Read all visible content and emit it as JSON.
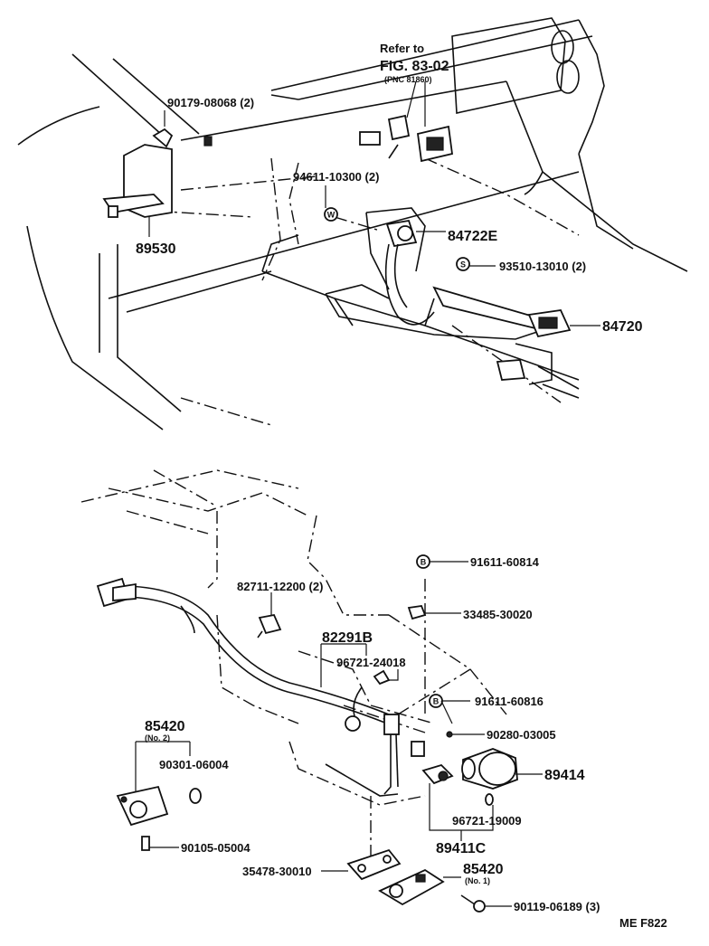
{
  "reference": {
    "line1": "Refer to",
    "line2": "FIG. 83-02",
    "line3": "(PNC 81860)"
  },
  "upper_parts": {
    "p90179": "90179-08068 (2)",
    "p94611": "94611-10300 (2)",
    "p89530": "89530",
    "p84722E": "84722E",
    "p93510": "93510-13010 (2)",
    "p84720": "84720"
  },
  "lower_parts": {
    "p82711": "82711-12200 (2)",
    "p91611a": "91611-60814",
    "p33485": "33485-30020",
    "p82291B": "82291B",
    "p96721a": "96721-24018",
    "p91611b": "91611-60816",
    "p90280": "90280-03005",
    "p85420a": "85420",
    "p85420a_sub": "(No. 2)",
    "p90301": "90301-06004",
    "p89414": "89414",
    "p96721b": "96721-19009",
    "p89411C": "89411C",
    "p90105": "90105-05004",
    "p35478": "35478-30010",
    "p85420b": "85420",
    "p85420b_sub": "(No. 1)",
    "p90119": "90119-06189 (3)"
  },
  "symbols": {
    "w": "W",
    "s": "S",
    "b": "B"
  },
  "figure_code": "ME  F822"
}
